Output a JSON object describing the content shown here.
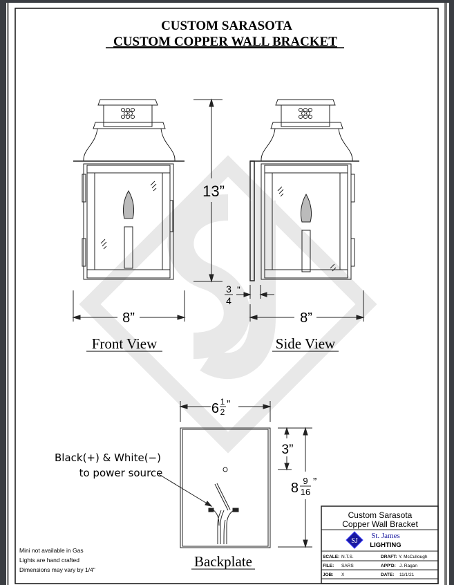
{
  "title": {
    "line1": "CUSTOM SARASOTA",
    "line2": "CUSTOM COPPER WALL BRACKET"
  },
  "views": {
    "front": {
      "label": "Front View",
      "width_dim": "8”"
    },
    "side": {
      "label": "Side View",
      "width_dim": "8”",
      "offset_num": "3",
      "offset_den": "4",
      "offset_mark": "”"
    },
    "height_dim": "13”",
    "backplate": {
      "label": "Backplate",
      "width_whole": "6",
      "width_num": "1",
      "width_den": "2",
      "inch_mark": "”",
      "top_dim": "3”",
      "height_whole": "8",
      "height_num": "9",
      "height_den": "16"
    }
  },
  "wiring_note": {
    "line1": "Black(+) & White(−)",
    "line2": "to power source"
  },
  "notes": [
    "Mini not available in Gas",
    "Lights are hand crafted",
    "Dimensions may vary by 1/4\""
  ],
  "title_block": {
    "name1": "Custom Sarasota",
    "name2": "Copper Wall Bracket",
    "brand1": "St. James",
    "brand2": "LIGHTING",
    "logo_text": "SJ",
    "scale_label": "SCALE:",
    "scale": "N.T.S.",
    "draft_label": "DRAFT:",
    "draft": "Y. McCullough",
    "file_label": "FILE:",
    "file": "SARS",
    "appd_label": "APP'D:",
    "appd": "J. Ragan",
    "job_label": "JOB:",
    "job": "X",
    "date_label": "DATE:",
    "date": "11/1/21"
  },
  "colors": {
    "logo": "#1a1aa0",
    "watermark": "#e6e6e6",
    "frame": "#3a3d42"
  }
}
